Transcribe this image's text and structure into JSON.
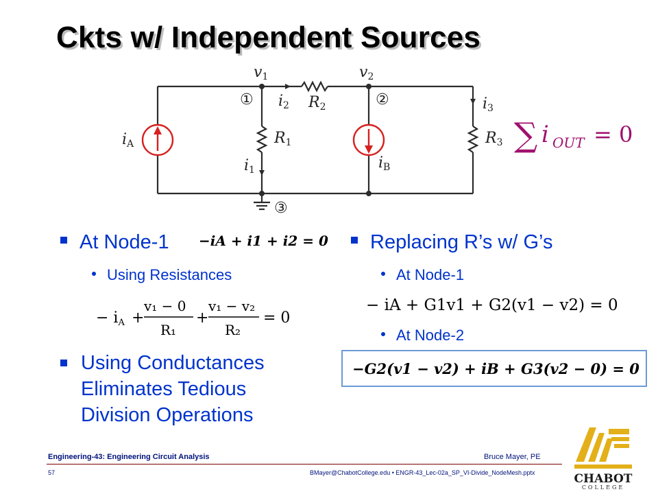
{
  "title": "Ckts w/ Independent Sources",
  "circuit": {
    "v1": "v",
    "v1_sub": "1",
    "v2": "v",
    "v2_sub": "2",
    "node1": "①",
    "node2": "②",
    "node3": "③",
    "i2": "i",
    "i2_sub": "2",
    "R2": "R",
    "R2_sub": "2",
    "i3": "i",
    "i3_sub": "3",
    "iA": "i",
    "iA_sub": "A",
    "R1": "R",
    "R1_sub": "1",
    "i1": "i",
    "i1_sub": "1",
    "iB": "i",
    "iB_sub": "B",
    "R3": "R",
    "R3_sub": "3",
    "source_color": "#d62020"
  },
  "kcl": {
    "sigma": "∑",
    "i": "i",
    "sub": "OUT",
    "rhs": "= 0"
  },
  "left": {
    "bullet1": "At Node-1",
    "bullet1_eq": "−iA + i1 + i2 = 0",
    "sub1": "Using Resistances",
    "eq_resist": {
      "lead": "− i",
      "lead_sub": "A",
      "plus1": "+",
      "num1": "v₁ − 0",
      "den1": "R₁",
      "plus2": "+",
      "num2": "v₁ − v₂",
      "den2": "R₂",
      "rhs": "= 0"
    },
    "bullet2_lines": [
      "Using Conductances",
      "Eliminates Tedious",
      "Division Operations"
    ]
  },
  "right": {
    "bullet1": "Replacing R’s w/ G’s",
    "sub1": "At Node-1",
    "eq_node1": "− iA + G1v1 + G2(v1 − v2) = 0",
    "sub2": "At Node-2",
    "eq_node2": "−G2(v1 − v2) + iB + G3(v2 − 0) = 0"
  },
  "footer": {
    "course": "Engineering-43: Engineering Circuit Analysis",
    "author": "Bruce Mayer, PE",
    "page": "57",
    "file": "BMayer@ChabotCollege.edu  •  ENGR-43_Lec-02a_SP_VI-Divide_NodeMesh.pptx"
  },
  "logo": {
    "name": "CHABOT",
    "sub": "COLLEGE",
    "color": "#e3b01a"
  }
}
